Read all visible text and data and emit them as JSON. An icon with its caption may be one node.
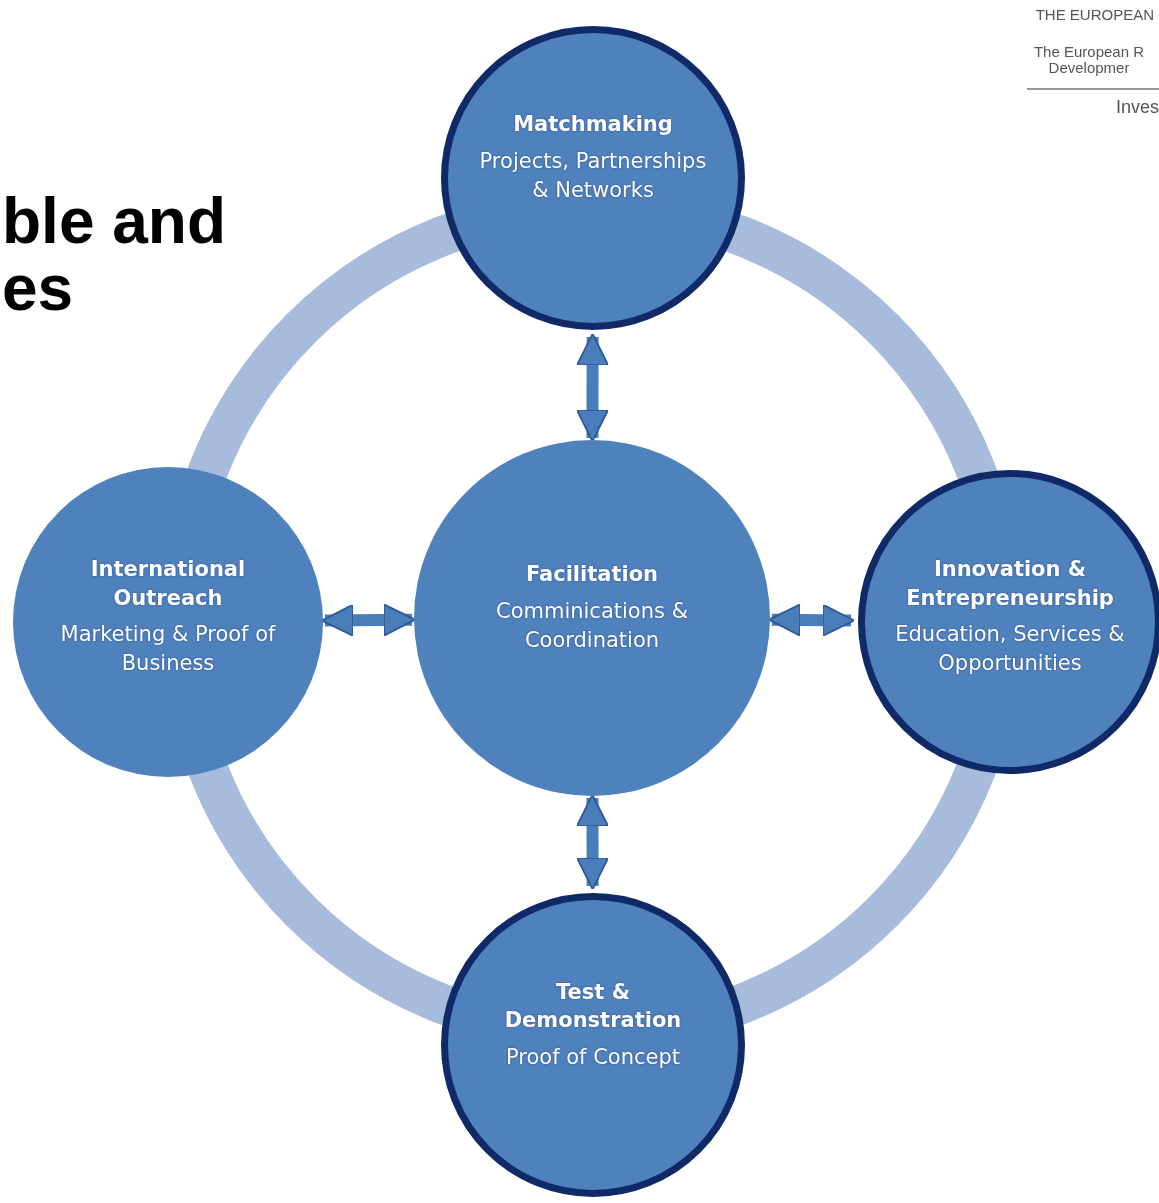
{
  "diagram": {
    "title": "ble and es",
    "nodes": [
      {
        "text": [
          "Matchmaking",
          "Projects, Partnerships & Networks"
        ]
      },
      {
        "text": [
          "International Outreach",
          "Marketing & Proof of Business"
        ]
      },
      {
        "text": [
          "Facilitation",
          "Comminications & Coordination"
        ]
      },
      {
        "text": [
          "Innovation & Entrepreneurship",
          "Education, Services & Opportunities"
        ]
      },
      {
        "text": [
          "Test & Demonstration",
          "Proof of Concept"
        ]
      }
    ],
    "edges": [
      {
        "from": 0,
        "to": 2,
        "arrow": "both"
      },
      {
        "from": 1,
        "to": 2,
        "arrow": "both"
      },
      {
        "from": 2,
        "to": 3,
        "arrow": "both"
      },
      {
        "from": 2,
        "to": 4,
        "arrow": "both"
      }
    ],
    "labels": [
      "THE EUROPEAN",
      "The European R Developmer",
      "Inves"
    ]
  }
}
